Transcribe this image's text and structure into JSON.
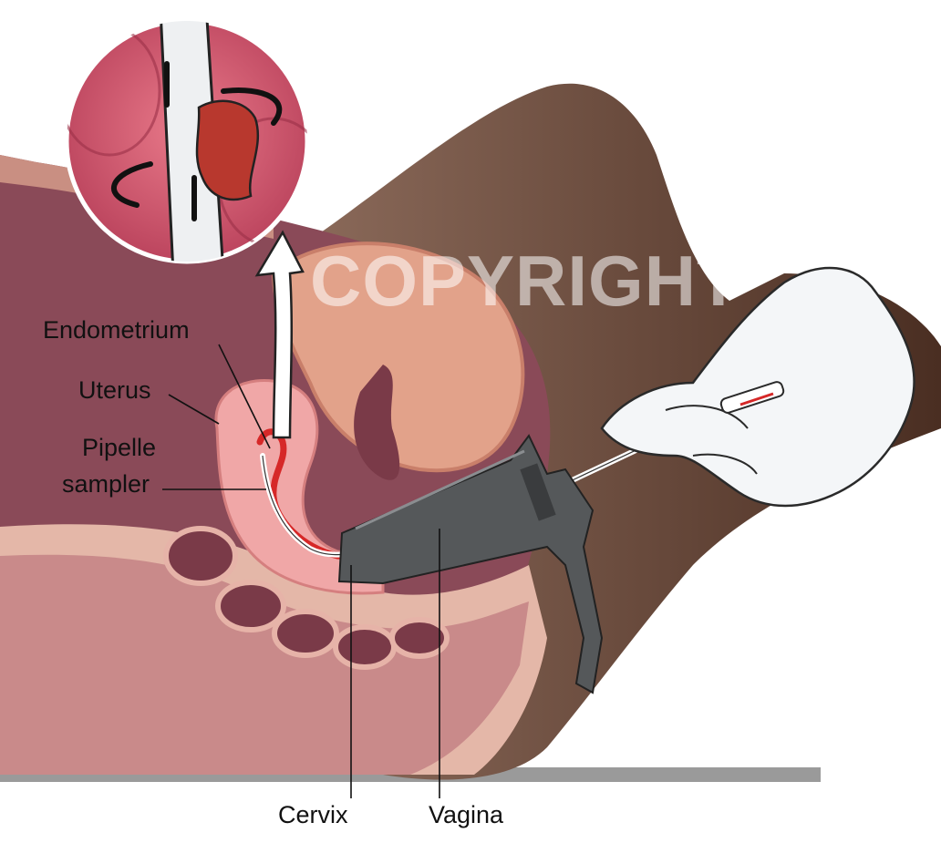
{
  "labels": {
    "endometrium": "Endometrium",
    "uterus": "Uterus",
    "pipelle_line1": "Pipelle",
    "pipelle_line2": "sampler",
    "cervix": "Cervix",
    "vagina": "Vagina"
  },
  "watermark": "COPYRIGHT",
  "colors": {
    "skin_dark": "#5a3a2c",
    "tissue_mauve": "#8a4a58",
    "tissue_pink": "#e8a6a0",
    "uterus_pink": "#f0a7a7",
    "endometrium_red": "#d62828",
    "speculum_gray": "#55585a",
    "glove_white": "#f4f6f8"
  }
}
